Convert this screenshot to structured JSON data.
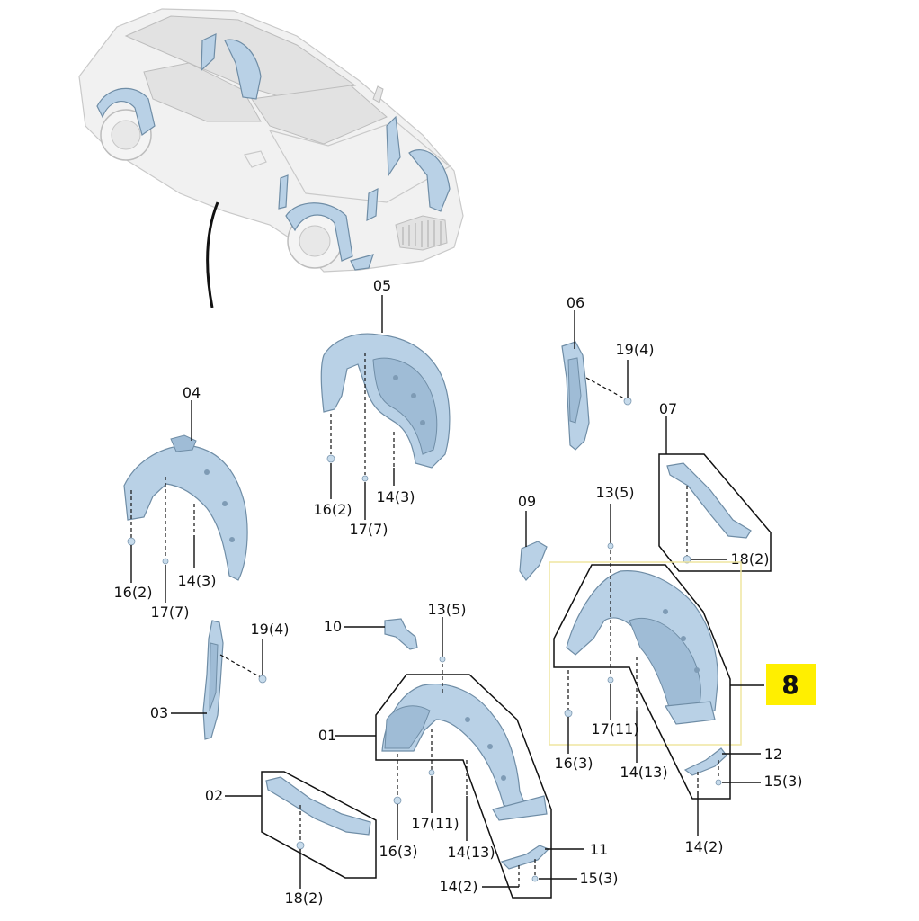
{
  "callouts": {
    "p05": "05",
    "p06": "06",
    "p04": "04",
    "p07": "07",
    "p09": "09",
    "p10": "10",
    "p03": "03",
    "p01": "01",
    "p02": "02",
    "p11": "11",
    "p12": "12",
    "f19a": "19(4)",
    "f19b": "19(4)",
    "f16a": "16(2)",
    "f17a": "17(7)",
    "f14a": "14(3)",
    "f16b": "16(2)",
    "f17b": "17(7)",
    "f14b": "14(3)",
    "f13a": "13(5)",
    "f13b": "13(5)",
    "f18a": "18(2)",
    "f18b": "18(2)",
    "f17c": "17(11)",
    "f17d": "17(11)",
    "f16c": "16(3)",
    "f16d": "16(3)",
    "f14c": "14(13)",
    "f14d": "14(13)",
    "f14e": "14(2)",
    "f14f": "14(2)",
    "f15a": "15(3)",
    "f15b": "15(3)"
  },
  "badge": {
    "label": "8",
    "color": "#ffef00"
  },
  "colors": {
    "part_fill": "#b9d1e6",
    "highlight_frame": "#efe6a0"
  }
}
